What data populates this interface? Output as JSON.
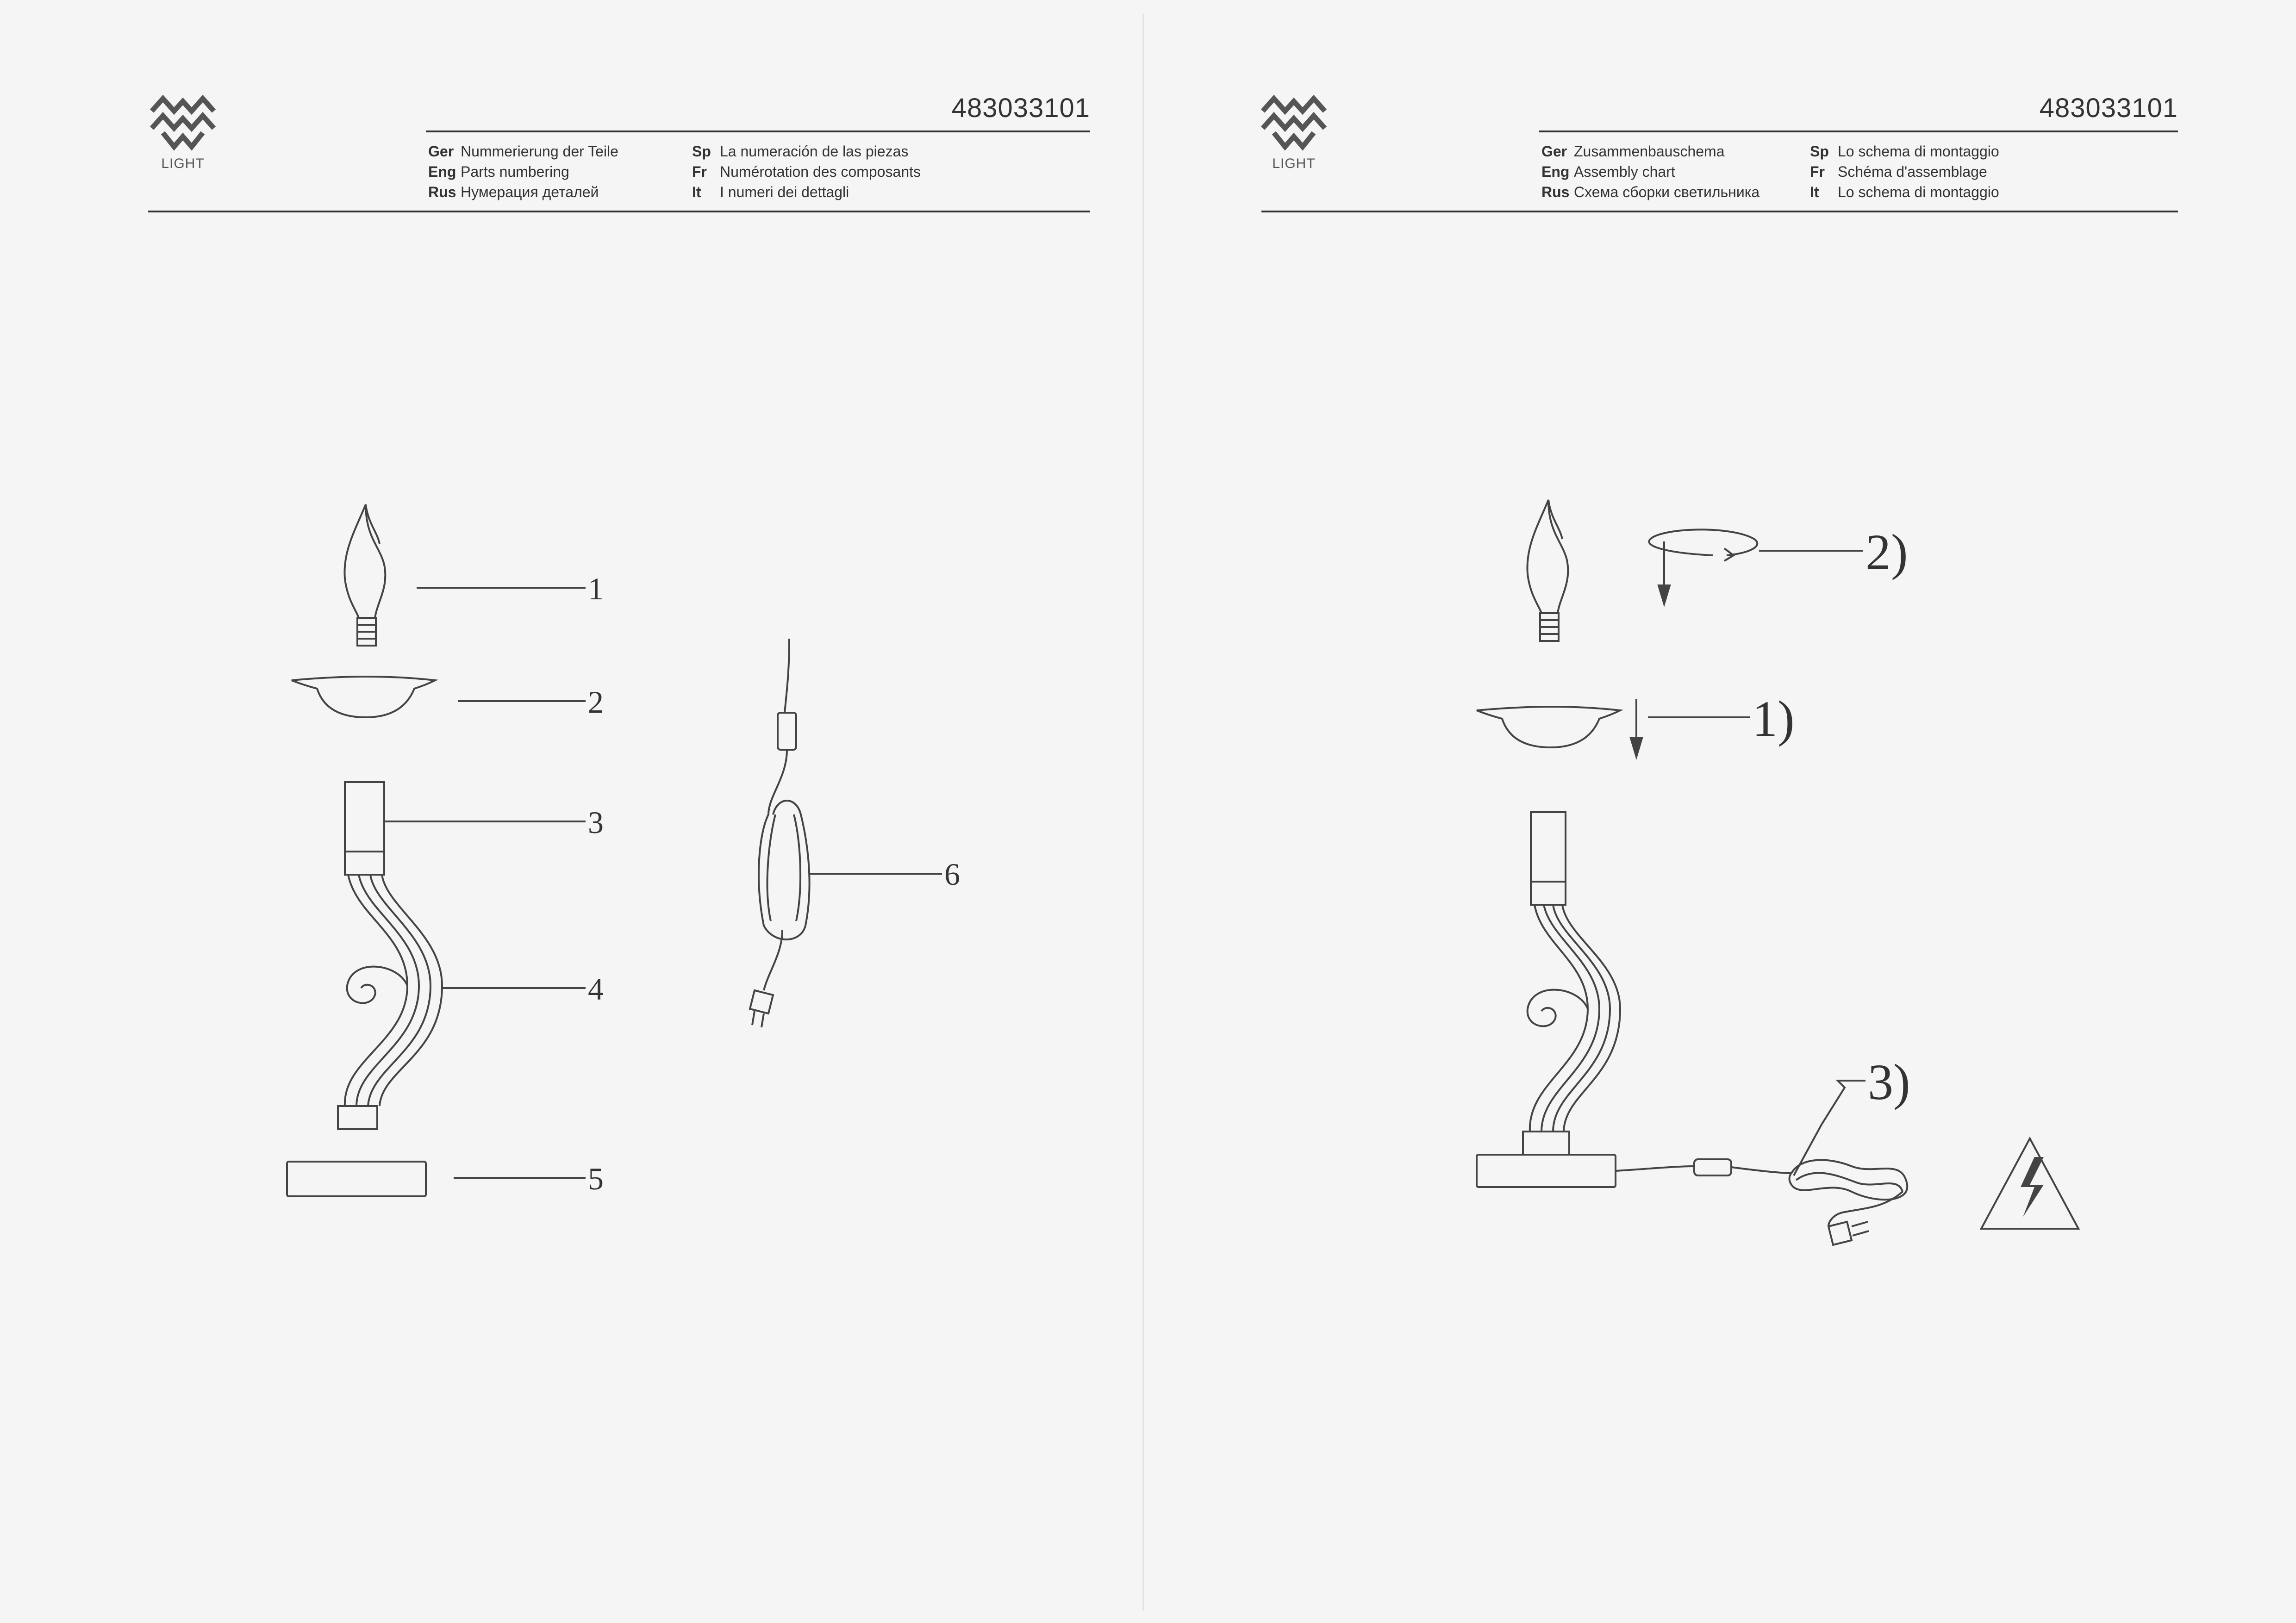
{
  "brand": {
    "logo_text": "LIGHT"
  },
  "left_page": {
    "doc_number": "483033101",
    "languages": {
      "col1": [
        {
          "code": "Ger",
          "text": "Nummerierung der Teile"
        },
        {
          "code": "Eng",
          "text": "Parts numbering"
        },
        {
          "code": "Rus",
          "text": "Нумерация деталей"
        }
      ],
      "col2": [
        {
          "code": "Sp",
          "text": "La numeración de las piezas"
        },
        {
          "code": "Fr",
          "text": "Numérotation des composants"
        },
        {
          "code": "It",
          "text": "I numeri dei dettagli"
        }
      ]
    },
    "part_labels": [
      "1",
      "2",
      "3",
      "4",
      "5",
      "6"
    ]
  },
  "right_page": {
    "doc_number": "483033101",
    "languages": {
      "col1": [
        {
          "code": "Ger",
          "text": "Zusammenbauschema"
        },
        {
          "code": "Eng",
          "text": "Assembly chart"
        },
        {
          "code": "Rus",
          "text": "Схема сборки светильника"
        }
      ],
      "col2": [
        {
          "code": "Sp",
          "text": "Lo schema di montaggio"
        },
        {
          "code": "Fr",
          "text": "Schéma d'assemblage"
        },
        {
          "code": "It",
          "text": "Lo schema di montaggio"
        }
      ]
    },
    "step_labels": [
      "2)",
      "1)",
      "3)"
    ]
  }
}
